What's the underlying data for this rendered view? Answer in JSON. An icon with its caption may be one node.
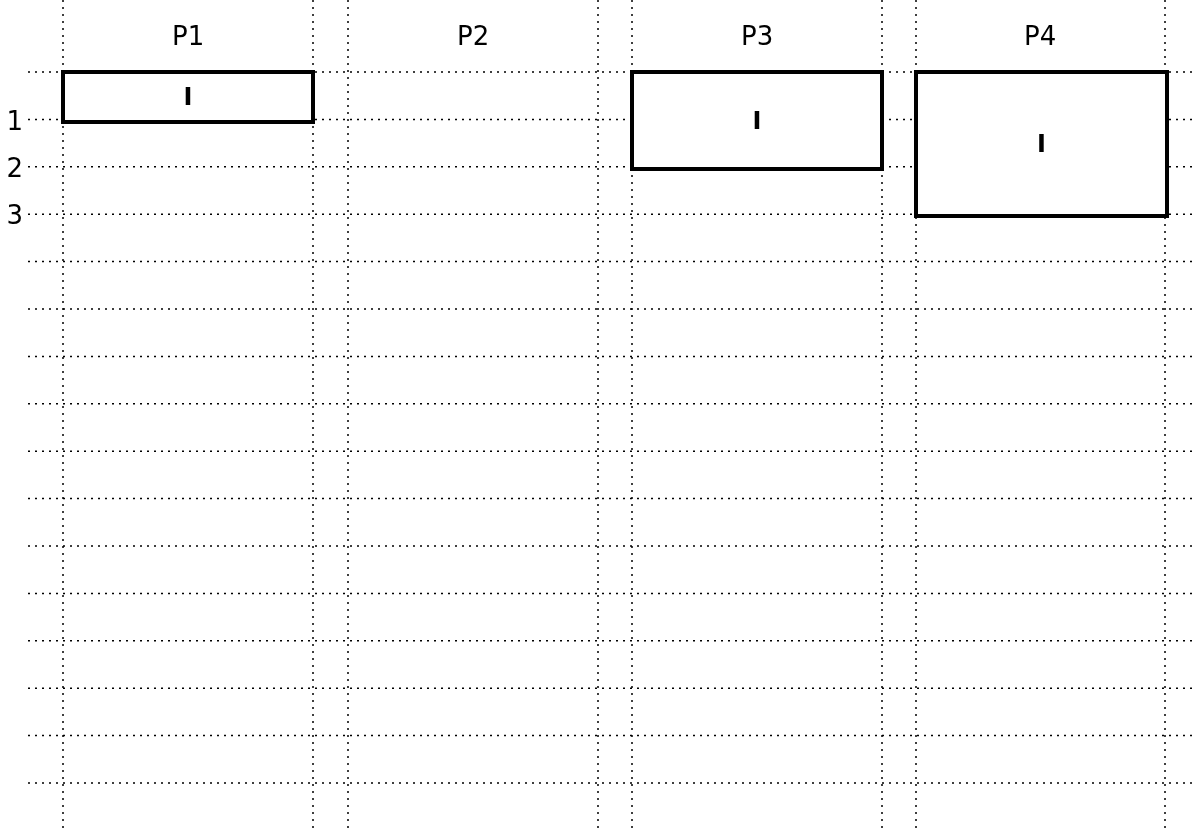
{
  "diagram": {
    "nodes": [
      {
        "text": [
          "I"
        ]
      },
      {
        "text": [
          "I"
        ]
      },
      {
        "text": [
          "I"
        ]
      }
    ],
    "edges": [],
    "labels": [
      "P1",
      "P2",
      "P3",
      "P4",
      "1",
      "2",
      "3"
    ]
  }
}
